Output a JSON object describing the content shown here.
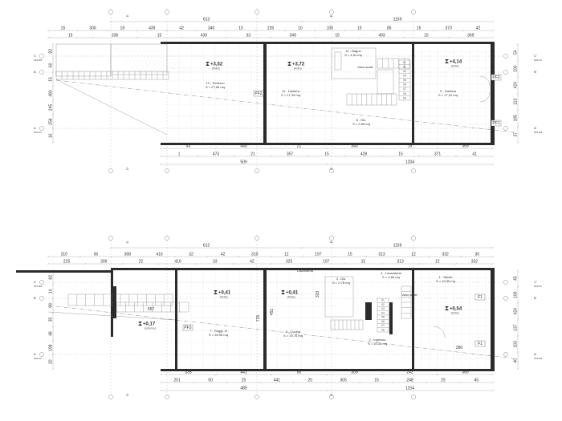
{
  "plan_top": {
    "dims_top_row1": [
      "613",
      "1159"
    ],
    "dims_top_row2": [
      "15",
      "300",
      "18",
      "439",
      "42",
      "340",
      "15",
      "226",
      "10",
      "100",
      "15",
      "85",
      "15",
      "370",
      "42"
    ],
    "dims_top_row3": [
      "15",
      "336",
      "15",
      "439",
      "33",
      "349",
      "15",
      "493",
      "15",
      "369"
    ],
    "dims_bottom_row1": [
      "43",
      "440",
      "21",
      "340",
      "15",
      "369"
    ],
    "dims_bottom_row2": [
      "1",
      "473",
      "21",
      "357",
      "15",
      "428",
      "15",
      "371",
      "41"
    ],
    "dims_bottom_row3": [
      "509",
      "1204"
    ],
    "dims_left": [
      "82",
      "60",
      "15",
      "480",
      "245",
      "256",
      "16"
    ],
    "dims_right": [
      "54",
      "100",
      "424",
      "113",
      "105",
      "37"
    ],
    "levels": [
      {
        "value": "+3,52",
        "sub": "(finito)"
      },
      {
        "value": "+3,72",
        "sub": "(finito)"
      },
      {
        "value": "+4,14",
        "sub": "(finito)"
      }
    ],
    "rooms": [
      {
        "name": "13 - Terrazzo",
        "area": "S = 27,66 mq"
      },
      {
        "name": "11 - Camera",
        "area": "S = 17,29 mq"
      },
      {
        "name": "10 - Bagno",
        "area": "S = 4,51 mq"
      },
      {
        "name": "Vano scale",
        "area": ""
      },
      {
        "name": "9 - Camera",
        "area": "S = 17,01 mq"
      },
      {
        "name": "8 - Dis.",
        "area": "S = 2,69 mq"
      }
    ],
    "stair_numbers": [
      "01",
      "02",
      "03",
      "04",
      "05",
      "06",
      "07",
      "08",
      "09",
      "10",
      "11",
      "12",
      "13",
      "14",
      "15",
      "16",
      "17",
      "18",
      "19",
      "20"
    ],
    "tags": [
      "PF2",
      "PF2",
      "PF1"
    ],
    "axis_labels": [
      "C'",
      "B'",
      "A'",
      "C",
      "B",
      "A"
    ],
    "axis_subs": [
      "sez.cc",
      "sez.bb",
      "sez.aa"
    ],
    "grid_labels": [
      "D",
      "D'",
      "E",
      "E'"
    ]
  },
  "plan_bottom": {
    "dims_top_row1": [
      "613",
      "1159"
    ],
    "dims_top_row2": [
      "310",
      "36",
      "308",
      "416",
      "32",
      "42",
      "310",
      "12",
      "197",
      "15",
      "313",
      "12",
      "332",
      "30"
    ],
    "dims_top_row3": [
      "225",
      "309",
      "22",
      "416",
      "33",
      "42",
      "325",
      "197",
      "15",
      "313",
      "12",
      "332"
    ],
    "dims_bottom_row1": [
      "335",
      "441",
      "50",
      "305",
      "242",
      "369"
    ],
    "dims_bottom_row2": [
      "251",
      "50",
      "25",
      "441",
      "20",
      "305",
      "15",
      "248",
      "29",
      "45"
    ],
    "dims_bottom_row3": [
      "489",
      "1154"
    ],
    "dims_left": [
      "82",
      "14",
      "98",
      "35",
      "48",
      "199",
      "20"
    ],
    "dims_right": [
      "45",
      "100",
      "424",
      "137",
      "103",
      "40"
    ],
    "levels": [
      {
        "value": "+0,41",
        "sub": "(finito)"
      },
      {
        "value": "+0,41",
        "sub": "(finito)"
      },
      {
        "value": "+0,54",
        "sub": "(finito)"
      },
      {
        "value": "+0,17",
        "sub": "(esterno)"
      }
    ],
    "rooms": [
      {
        "name": "7 - Soggi. 3i",
        "area": "S = 26,95 mq"
      },
      {
        "name": "5 - Cucina",
        "area": "S = 19,78 mq"
      },
      {
        "name": "Lavanderia",
        "area": ""
      },
      {
        "name": "1 - Studio",
        "area": "S = 23,35 mq"
      },
      {
        "name": "2 - Ingresso",
        "area": "S = 10,33 mq"
      },
      {
        "name": "4 - Lavanderia",
        "area": "S = 3,65 mq"
      },
      {
        "name": "3 - Dis.",
        "area": "S = 2,78 mq"
      },
      {
        "name": "Vano scale",
        "area": ""
      }
    ],
    "stair_numbers": [
      "01",
      "02",
      "03",
      "04",
      "05",
      "06",
      "07",
      "08",
      "09",
      "10",
      "11",
      "12"
    ],
    "tags": [
      "PF3",
      "F1",
      "F1"
    ],
    "misc_labels": [
      "557",
      "333",
      "451",
      "715",
      "260"
    ],
    "axis_labels": [
      "C'",
      "B'",
      "A'",
      "C",
      "B",
      "A"
    ],
    "axis_subs": [
      "sez.cc",
      "sez.bb",
      "sez.aa"
    ],
    "grid_labels": [
      "D",
      "D'",
      "E",
      "E'"
    ]
  }
}
